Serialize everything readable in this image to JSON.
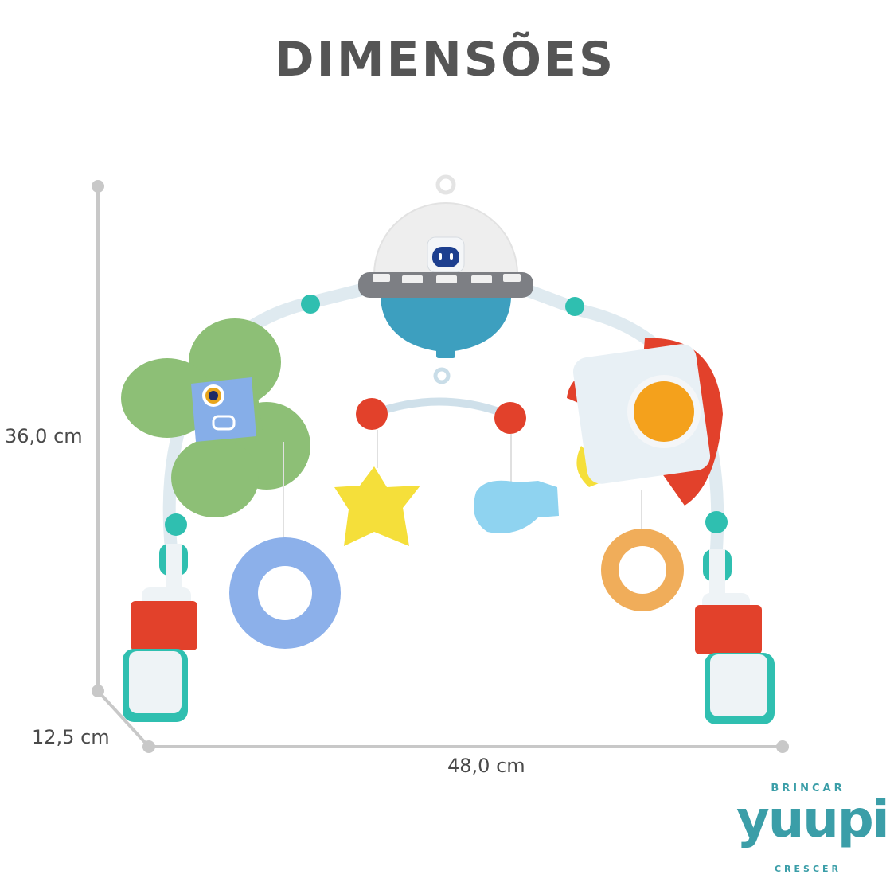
{
  "title": "DIMENSÕES",
  "dimensions": {
    "height": "36,0 cm",
    "depth": "12,5 cm",
    "width": "48,0 cm"
  },
  "logo": {
    "top_text": "BRINCAR",
    "brand": "yuupi",
    "bottom_text": "CRESCER"
  },
  "colors": {
    "dimension_line": "#c8c8c8",
    "title": "#555555",
    "brand": "#3b9ea8",
    "teal": "#2fbfb0",
    "red": "#e2412b",
    "green": "#8dbf76",
    "blue_teether": "#8cb0ea",
    "orange_teether": "#f0ad5a",
    "yellow": "#f5df3a",
    "ufo_gray": "#7d7f84",
    "ufo_blue": "#3d9fbf"
  }
}
